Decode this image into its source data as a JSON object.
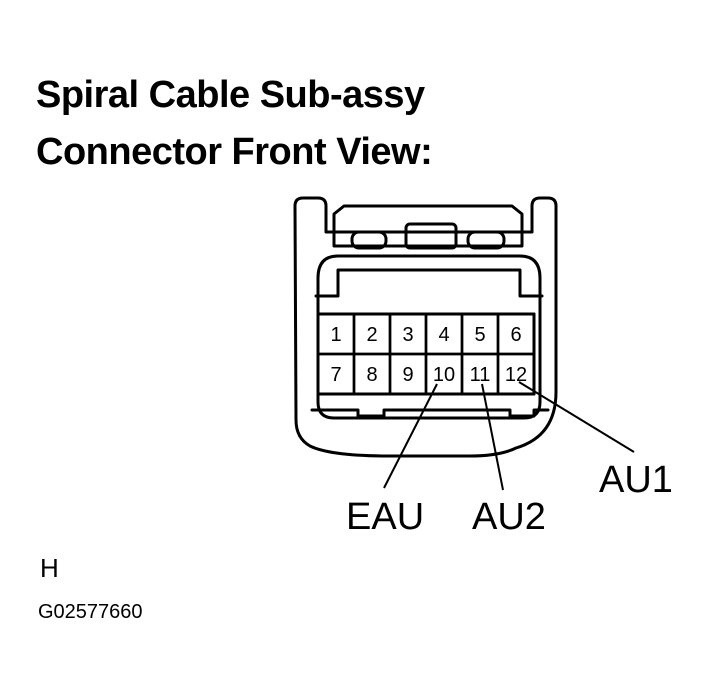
{
  "diagram": {
    "title_line1": "Spiral Cable Sub-assy",
    "title_line2": "Connector Front View:",
    "pins": [
      {
        "id": "pin-1",
        "label": "1"
      },
      {
        "id": "pin-2",
        "label": "2"
      },
      {
        "id": "pin-3",
        "label": "3"
      },
      {
        "id": "pin-4",
        "label": "4"
      },
      {
        "id": "pin-5",
        "label": "5"
      },
      {
        "id": "pin-6",
        "label": "6"
      },
      {
        "id": "pin-7",
        "label": "7"
      },
      {
        "id": "pin-8",
        "label": "8"
      },
      {
        "id": "pin-9",
        "label": "9"
      },
      {
        "id": "pin-10",
        "label": "10"
      },
      {
        "id": "pin-11",
        "label": "11"
      },
      {
        "id": "pin-12",
        "label": "12"
      }
    ],
    "callouts": [
      {
        "pin": "10",
        "label": "EAU"
      },
      {
        "pin": "11",
        "label": "AU2"
      },
      {
        "pin": "12",
        "label": "AU1"
      }
    ],
    "corner_mark": "H",
    "figure_id": "G02577660"
  }
}
